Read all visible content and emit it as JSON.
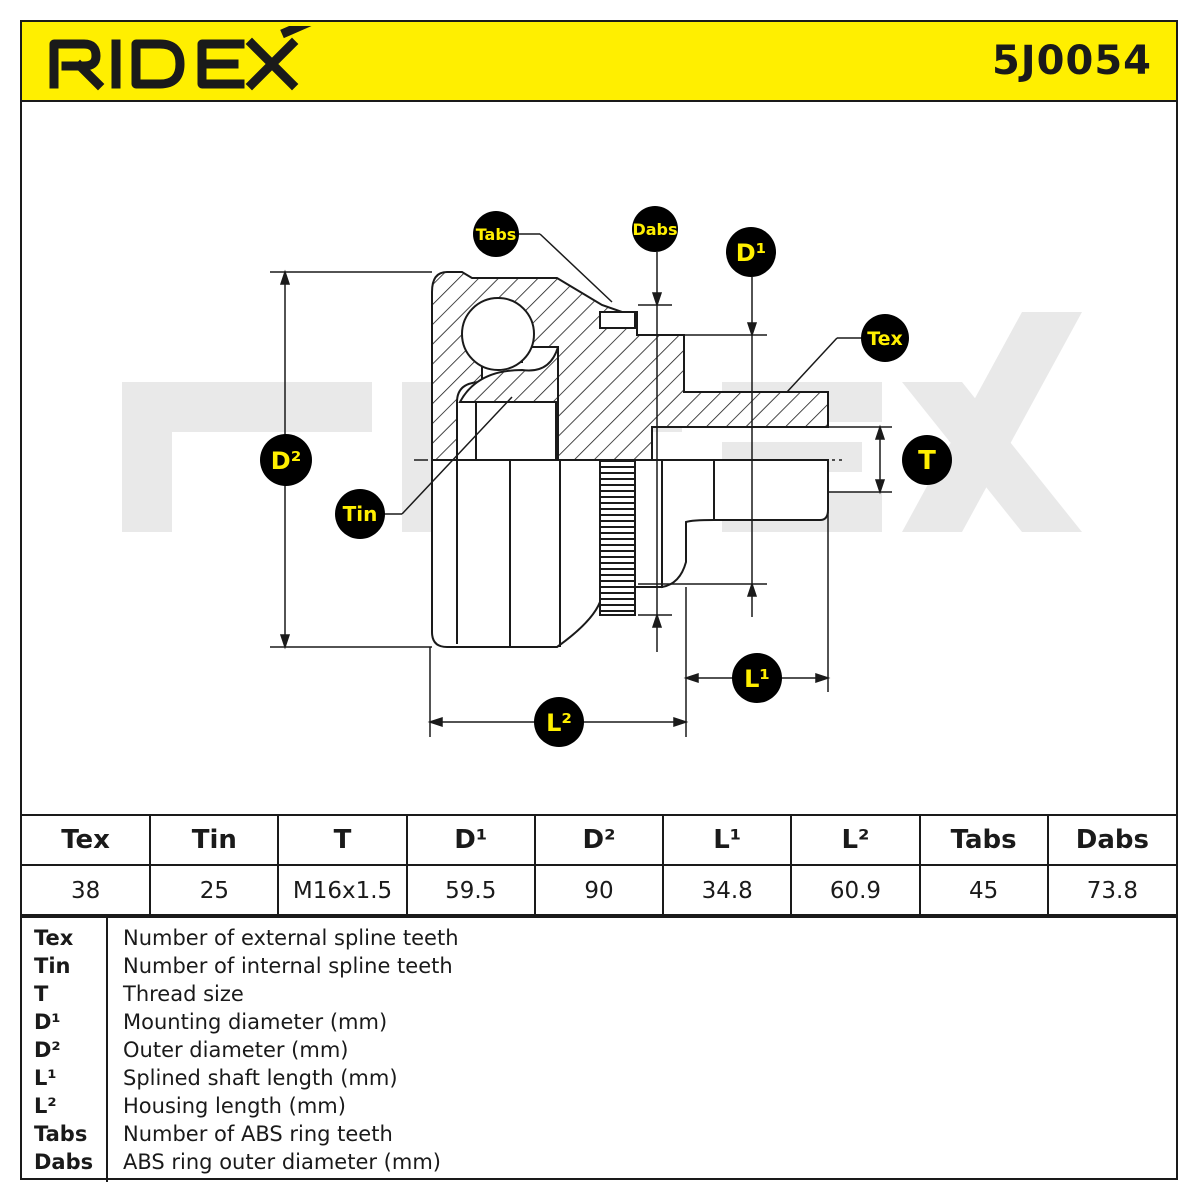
{
  "header": {
    "brand": "RIDEX",
    "part_number": "5J0054",
    "brand_color": "#ffef00"
  },
  "diagram": {
    "watermark": "RIDEX",
    "callouts": {
      "tabs": "Tabs",
      "dabs": "Dabs",
      "d1": "D¹",
      "tex": "Tex",
      "t": "T",
      "d2": "D²",
      "tin": "Tin",
      "l1": "L¹",
      "l2": "L²"
    },
    "callout_fill": "#000000",
    "callout_text_color": "#ffef00"
  },
  "table": {
    "headers": [
      "Tex",
      "Tin",
      "T",
      "D¹",
      "D²",
      "L¹",
      "L²",
      "Tabs",
      "Dabs"
    ],
    "values": [
      "38",
      "25",
      "M16x1.5",
      "59.5",
      "90",
      "34.8",
      "60.9",
      "45",
      "73.8"
    ]
  },
  "legend": [
    {
      "key": "Tex",
      "desc": "Number of external spline teeth"
    },
    {
      "key": "Tin",
      "desc": "Number of internal spline teeth"
    },
    {
      "key": "T",
      "desc": "Thread size"
    },
    {
      "key": "D¹",
      "desc": "Mounting diameter (mm)"
    },
    {
      "key": "D²",
      "desc": "Outer diameter (mm)"
    },
    {
      "key": "L¹",
      "desc": "Splined shaft length (mm)"
    },
    {
      "key": "L²",
      "desc": "Housing length (mm)"
    },
    {
      "key": "Tabs",
      "desc": "Number of ABS ring teeth"
    },
    {
      "key": "Dabs",
      "desc": "ABS ring outer diameter (mm)"
    }
  ]
}
